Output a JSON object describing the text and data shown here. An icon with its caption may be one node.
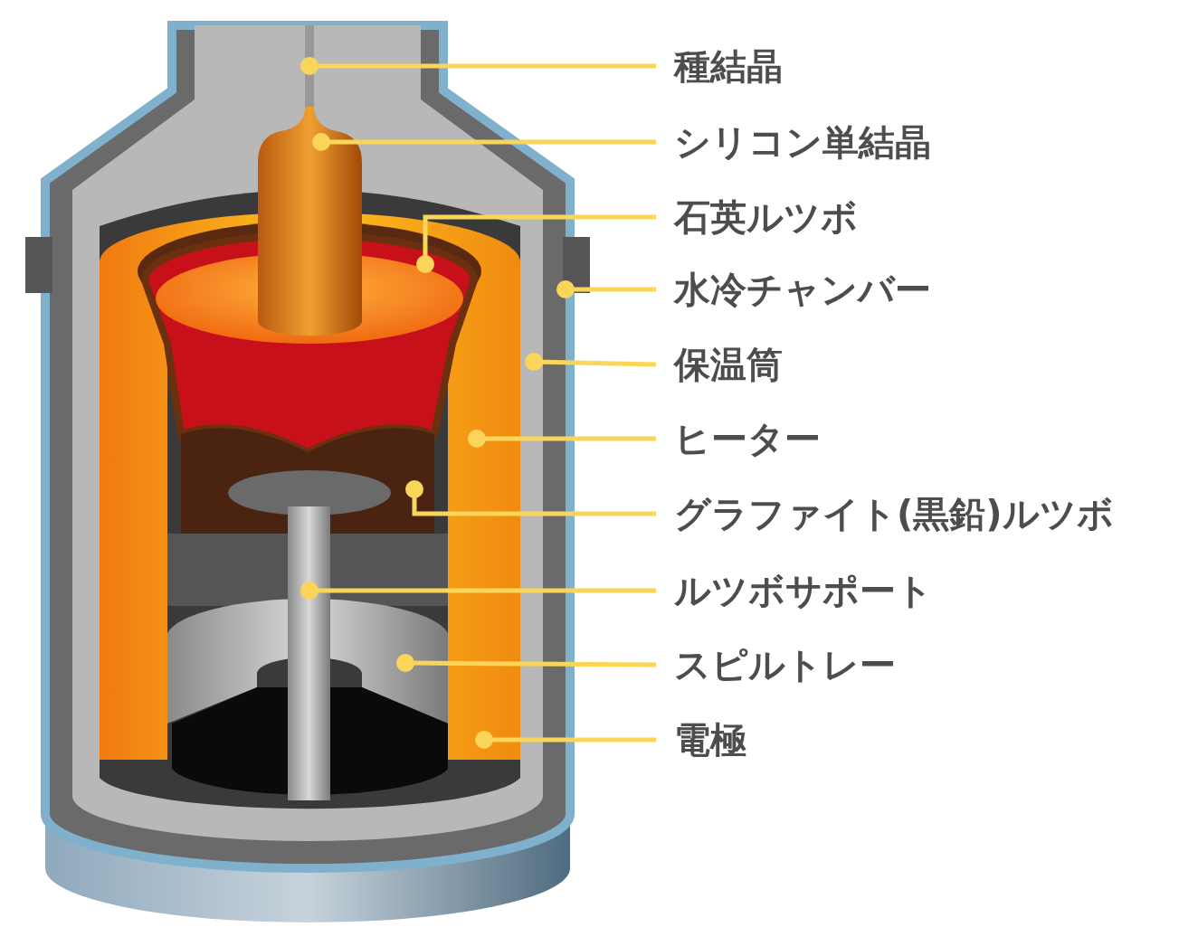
{
  "diagram": {
    "nodes": [
      {
        "text": [
          "種結晶"
        ]
      },
      {
        "text": [
          "シリコン単結晶"
        ]
      },
      {
        "text": [
          "石英ルツボ"
        ]
      },
      {
        "text": [
          "水冷チャンバー"
        ]
      },
      {
        "text": [
          "保温筒"
        ]
      },
      {
        "text": [
          "ヒーター"
        ]
      },
      {
        "text": [
          "グラファイト(黒鉛)ルツボ"
        ]
      },
      {
        "text": [
          "ルツボサポート"
        ]
      },
      {
        "text": [
          "スピルトレー"
        ]
      },
      {
        "text": [
          "電極"
        ]
      }
    ],
    "edges": [
      {
        "from": 0,
        "to": null,
        "arrow": "other"
      },
      {
        "from": 1,
        "to": null,
        "arrow": "other"
      },
      {
        "from": 2,
        "to": null,
        "arrow": "other"
      },
      {
        "from": 3,
        "to": null,
        "arrow": "other"
      },
      {
        "from": 4,
        "to": null,
        "arrow": "other"
      },
      {
        "from": 5,
        "to": null,
        "arrow": "other"
      },
      {
        "from": 6,
        "to": null,
        "arrow": "other"
      },
      {
        "from": 7,
        "to": null,
        "arrow": "other"
      },
      {
        "from": 8,
        "to": null,
        "arrow": "other"
      },
      {
        "from": 9,
        "to": null,
        "arrow": "other"
      }
    ]
  }
}
